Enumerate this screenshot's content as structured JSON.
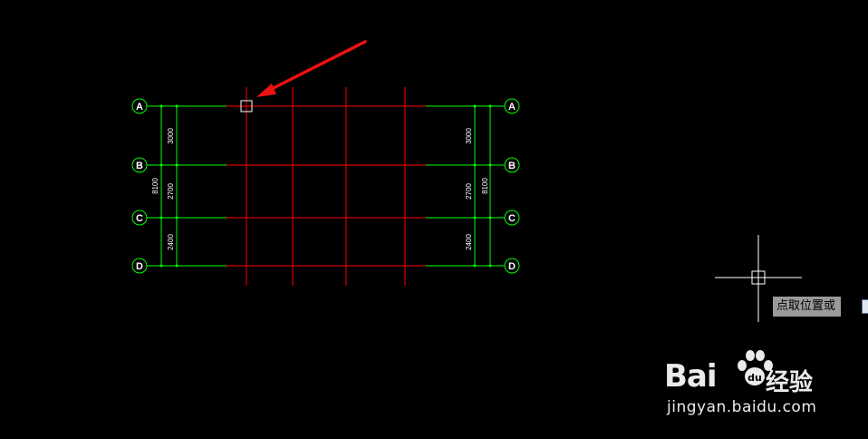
{
  "drawing": {
    "axis_labels": [
      "A",
      "B",
      "C",
      "D"
    ],
    "dimensions_left": [
      "3000",
      "2700",
      "2400"
    ],
    "total_left": "8100",
    "dimensions_right": [
      "3000",
      "2700",
      "2400"
    ],
    "total_right": "8100"
  },
  "colors": {
    "background": "#000000",
    "axis_line": "#00ff00",
    "grid_line": "#ff0000",
    "annotation_arrow": "#ff0000",
    "crosshair": "#ffffff"
  },
  "tooltip": {
    "text": "点取位置或"
  },
  "watermark": {
    "brand": "Bai",
    "brand_suffix": "经验",
    "url": "jingyan.baidu.com"
  }
}
